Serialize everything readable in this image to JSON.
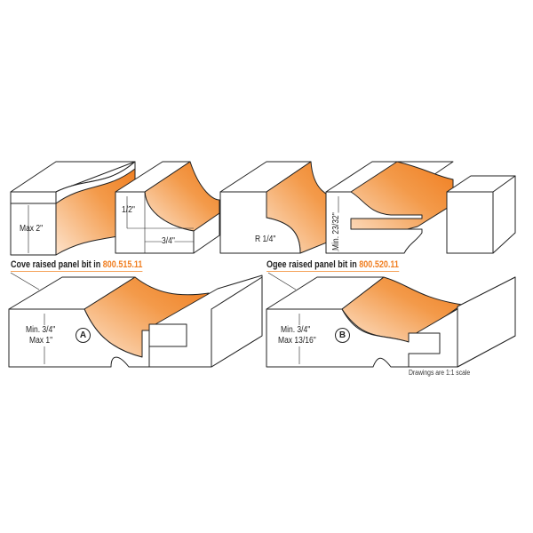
{
  "top_row": {
    "block1_dimension": "Max 2\"",
    "block2_height": "1/2\"",
    "block2_width": "3/4\"",
    "block3_radius": "R 1/4\"",
    "block4_dimension": "Min. 23/32\""
  },
  "panel_a": {
    "heading_text": "Cove raised panel bit in",
    "heading_code": "800.515.11",
    "dim_min": "Min. 3/4\"",
    "dim_max": "Max 1\"",
    "marker": "A"
  },
  "panel_b": {
    "heading_text": "Ogee raised panel bit in",
    "heading_code": "800.520.11",
    "dim_min": "Min. 3/4\"",
    "dim_max": "Max 13/16\"",
    "marker": "B"
  },
  "scale_note": "Drawings are 1:1 scale",
  "colors": {
    "accent": "#f07d1f",
    "accent_light": "#fde3cc",
    "line": "#222222"
  }
}
